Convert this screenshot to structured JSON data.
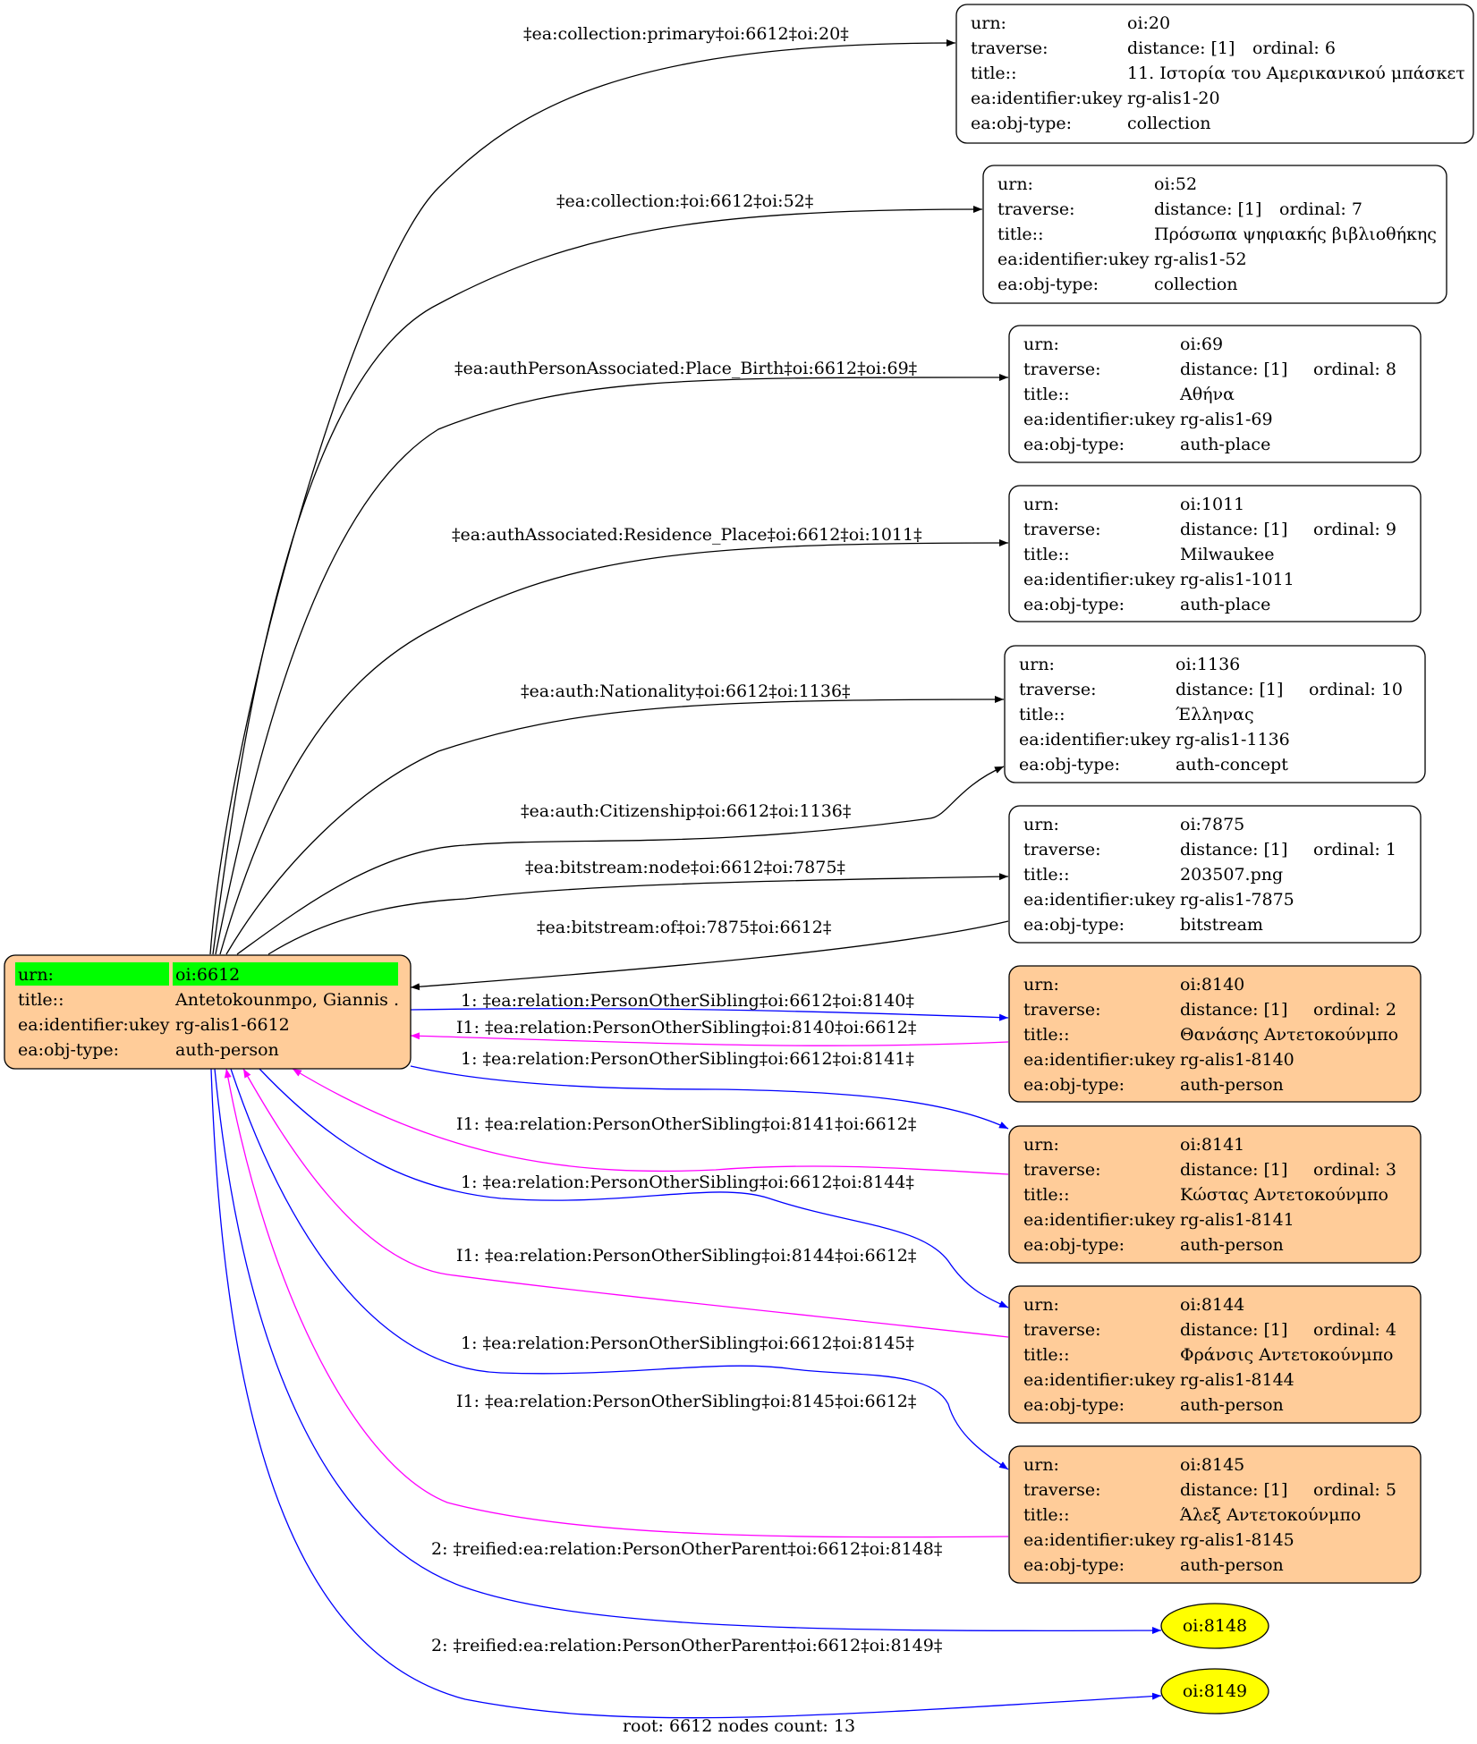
{
  "footer": "root: 6612 nodes count: 13",
  "colors": {
    "root_hl": "#00ff00",
    "person_fill": "#ffcc99",
    "plain_fill": "#ffffff",
    "leaf_fill": "#ffff00",
    "edge_black": "#000000",
    "edge_blue": "#0000ff",
    "edge_magenta": "#ff00ff"
  },
  "root": {
    "id": "oi6612",
    "rows": [
      [
        "urn:",
        "oi:6612"
      ],
      [
        "title::",
        "Antetokounmpo, Giannis ."
      ],
      [
        "ea:identifier:ukey",
        "rg-alis1-6612"
      ],
      [
        "ea:obj-type:",
        "auth-person"
      ]
    ]
  },
  "nodes": [
    {
      "id": "oi20",
      "fill": "plain",
      "urn": "oi:20",
      "distance": "distance: [1]",
      "ordinal": "ordinal: 6",
      "title": "11. Ιστορία του Αμερικανικού μπάσκετ",
      "ukey": "rg-alis1-20",
      "type": "collection"
    },
    {
      "id": "oi52",
      "fill": "plain",
      "urn": "oi:52",
      "distance": "distance: [1]",
      "ordinal": "ordinal: 7",
      "title": "Πρόσωπα ψηφιακής βιβλιοθήκης",
      "ukey": "rg-alis1-52",
      "type": "collection"
    },
    {
      "id": "oi69",
      "fill": "plain",
      "urn": "oi:69",
      "distance": "distance: [1]",
      "ordinal": "ordinal: 8",
      "title": "Αθήνα",
      "ukey": "rg-alis1-69",
      "type": "auth-place"
    },
    {
      "id": "oi1011",
      "fill": "plain",
      "urn": "oi:1011",
      "distance": "distance: [1]",
      "ordinal": "ordinal: 9",
      "title": "Milwaukee",
      "ukey": "rg-alis1-1011",
      "type": "auth-place"
    },
    {
      "id": "oi1136",
      "fill": "plain",
      "urn": "oi:1136",
      "distance": "distance: [1]",
      "ordinal": "ordinal: 10",
      "title": "Έλληνας",
      "ukey": "rg-alis1-1136",
      "type": "auth-concept"
    },
    {
      "id": "oi7875",
      "fill": "plain",
      "urn": "oi:7875",
      "distance": "distance: [1]",
      "ordinal": "ordinal: 1",
      "title": "203507.png",
      "ukey": "rg-alis1-7875",
      "type": "bitstream"
    },
    {
      "id": "oi8140",
      "fill": "person",
      "urn": "oi:8140",
      "distance": "distance: [1]",
      "ordinal": "ordinal: 2",
      "title": "Θανάσης Αντετοκούνμπο",
      "ukey": "rg-alis1-8140",
      "type": "auth-person"
    },
    {
      "id": "oi8141",
      "fill": "person",
      "urn": "oi:8141",
      "distance": "distance: [1]",
      "ordinal": "ordinal: 3",
      "title": "Κώστας Αντετοκούνμπο",
      "ukey": "rg-alis1-8141",
      "type": "auth-person"
    },
    {
      "id": "oi8144",
      "fill": "person",
      "urn": "oi:8144",
      "distance": "distance: [1]",
      "ordinal": "ordinal: 4",
      "title": "Φράνσις Αντετοκούνμπο",
      "ukey": "rg-alis1-8144",
      "type": "auth-person"
    },
    {
      "id": "oi8145",
      "fill": "person",
      "urn": "oi:8145",
      "distance": "distance: [1]",
      "ordinal": "ordinal: 5",
      "title": "Άλεξ Αντετοκούνμπο",
      "ukey": "rg-alis1-8145",
      "type": "auth-person"
    }
  ],
  "row_keys": {
    "urn": "urn:",
    "traverse": "traverse:",
    "title": "title::",
    "ukey": "ea:identifier:ukey",
    "type": "ea:obj-type:"
  },
  "leaves": [
    {
      "id": "oi8148",
      "label": "oi:8148"
    },
    {
      "id": "oi8149",
      "label": "oi:8149"
    }
  ],
  "edges": [
    {
      "id": "e1",
      "from": "oi6612",
      "to": "oi20",
      "color": "black",
      "label": "‡ea:collection:primary‡oi:6612‡oi:20‡"
    },
    {
      "id": "e2",
      "from": "oi6612",
      "to": "oi52",
      "color": "black",
      "label": "‡ea:collection:‡oi:6612‡oi:52‡"
    },
    {
      "id": "e3",
      "from": "oi6612",
      "to": "oi69",
      "color": "black",
      "label": "‡ea:authPersonAssociated:Place_Birth‡oi:6612‡oi:69‡"
    },
    {
      "id": "e4",
      "from": "oi6612",
      "to": "oi1011",
      "color": "black",
      "label": "‡ea:authAssociated:Residence_Place‡oi:6612‡oi:1011‡"
    },
    {
      "id": "e5",
      "from": "oi6612",
      "to": "oi1136",
      "color": "black",
      "label": "‡ea:auth:Nationality‡oi:6612‡oi:1136‡"
    },
    {
      "id": "e6",
      "from": "oi6612",
      "to": "oi1136",
      "color": "black",
      "label": "‡ea:auth:Citizenship‡oi:6612‡oi:1136‡"
    },
    {
      "id": "e7",
      "from": "oi6612",
      "to": "oi7875",
      "color": "black",
      "label": "‡ea:bitstream:node‡oi:6612‡oi:7875‡"
    },
    {
      "id": "e8",
      "from": "oi7875",
      "to": "oi6612",
      "color": "black",
      "label": "‡ea:bitstream:of‡oi:7875‡oi:6612‡"
    },
    {
      "id": "e9",
      "from": "oi6612",
      "to": "oi8140",
      "color": "blue",
      "label": "1: ‡ea:relation:PersonOtherSibling‡oi:6612‡oi:8140‡"
    },
    {
      "id": "e10",
      "from": "oi8140",
      "to": "oi6612",
      "color": "magenta",
      "label": "I1: ‡ea:relation:PersonOtherSibling‡oi:8140‡oi:6612‡"
    },
    {
      "id": "e11",
      "from": "oi6612",
      "to": "oi8141",
      "color": "blue",
      "label": "1: ‡ea:relation:PersonOtherSibling‡oi:6612‡oi:8141‡"
    },
    {
      "id": "e12",
      "from": "oi8141",
      "to": "oi6612",
      "color": "magenta",
      "label": "I1: ‡ea:relation:PersonOtherSibling‡oi:8141‡oi:6612‡"
    },
    {
      "id": "e13",
      "from": "oi6612",
      "to": "oi8144",
      "color": "blue",
      "label": "1: ‡ea:relation:PersonOtherSibling‡oi:6612‡oi:8144‡"
    },
    {
      "id": "e14",
      "from": "oi8144",
      "to": "oi6612",
      "color": "magenta",
      "label": "I1: ‡ea:relation:PersonOtherSibling‡oi:8144‡oi:6612‡"
    },
    {
      "id": "e15",
      "from": "oi6612",
      "to": "oi8145",
      "color": "blue",
      "label": "1: ‡ea:relation:PersonOtherSibling‡oi:6612‡oi:8145‡"
    },
    {
      "id": "e16",
      "from": "oi8145",
      "to": "oi6612",
      "color": "magenta",
      "label": "I1: ‡ea:relation:PersonOtherSibling‡oi:8145‡oi:6612‡"
    },
    {
      "id": "e17",
      "from": "oi6612",
      "to": "oi8148",
      "color": "blue",
      "label": "2: ‡reified:ea:relation:PersonOtherParent‡oi:6612‡oi:8148‡"
    },
    {
      "id": "e18",
      "from": "oi6612",
      "to": "oi8149",
      "color": "blue",
      "label": "2: ‡reified:ea:relation:PersonOtherParent‡oi:6612‡oi:8149‡"
    }
  ]
}
